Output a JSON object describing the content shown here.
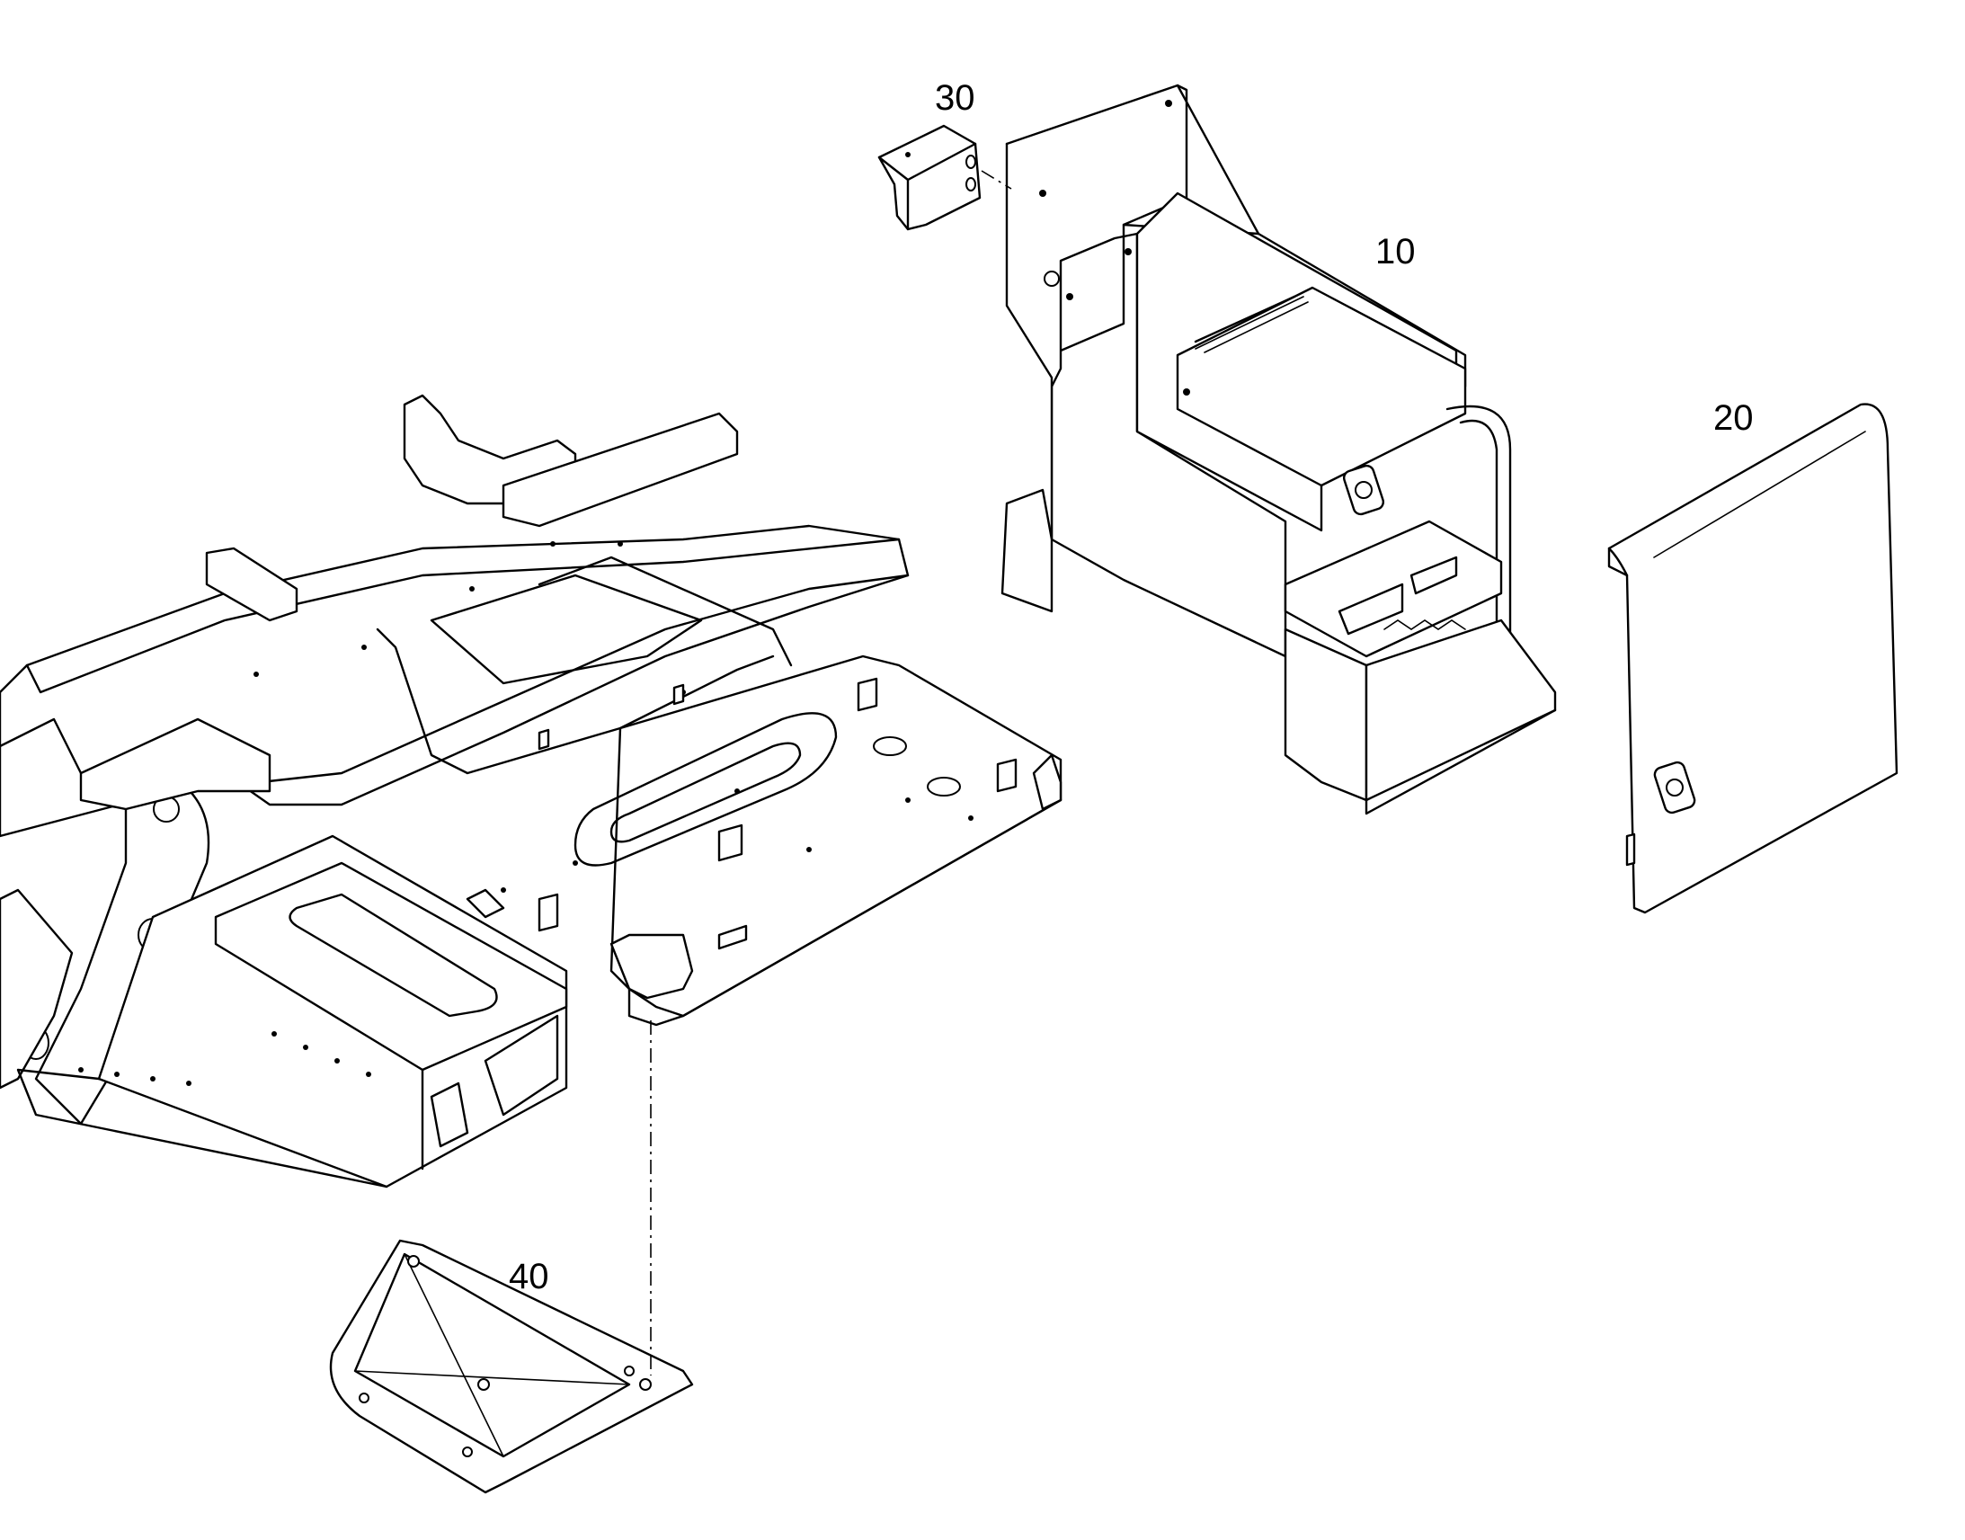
{
  "callouts": {
    "part_10": "10",
    "part_20": "20",
    "part_30": "30",
    "part_40": "40"
  },
  "colors": {
    "line": "#000000",
    "background": "#ffffff"
  }
}
